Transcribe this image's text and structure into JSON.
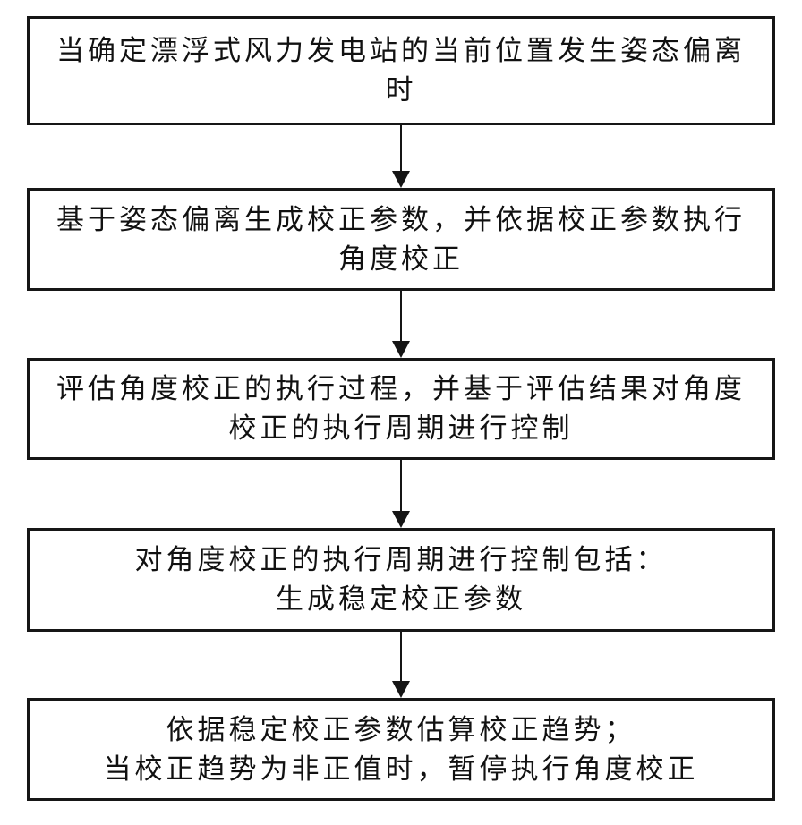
{
  "figure": {
    "type": "flowchart",
    "orientation": "vertical",
    "colors": {
      "background": "#ffffff",
      "box_border": "#161616",
      "text": "#111111",
      "arrow": "#151515"
    },
    "steps": [
      {
        "line1": "当确定漂浮式风力发电站的当前位置发生姿态偏离",
        "line2": "时"
      },
      {
        "line1": "基于姿态偏离生成校正参数，并依据校正参数执行",
        "line2": "角度校正"
      },
      {
        "line1": "评估角度校正的执行过程，并基于评估结果对角度",
        "line2": "校正的执行周期进行控制"
      },
      {
        "line1": "对角度校正的执行周期进行控制包括：",
        "line2": "生成稳定校正参数"
      },
      {
        "line1": "依据稳定校正参数估算校正趋势；",
        "line2": "当校正趋势为非正值时，暂停执行角度校正"
      }
    ],
    "connectors": [
      {
        "from": 1,
        "to": 2,
        "style": "down-arrow"
      },
      {
        "from": 2,
        "to": 3,
        "style": "down-arrow"
      },
      {
        "from": 3,
        "to": 4,
        "style": "down-arrow"
      },
      {
        "from": 4,
        "to": 5,
        "style": "down-arrow"
      }
    ]
  }
}
